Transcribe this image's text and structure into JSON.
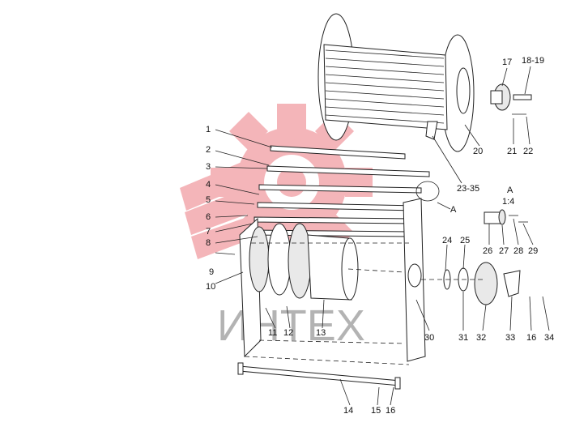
{
  "labels": {
    "l1": "1",
    "l2": "2",
    "l3": "3",
    "l4": "4",
    "l5": "5",
    "l6": "6",
    "l7": "7",
    "l8": "8",
    "l9": "9",
    "l10": "10",
    "l11": "11",
    "l12": "12",
    "l13": "13",
    "l14": "14",
    "l15": "15",
    "l16a": "16",
    "l16b": "16",
    "l17": "17",
    "l18_19": "18-19",
    "l20": "20",
    "l21": "21",
    "l22": "22",
    "l23_35": "23-35",
    "l24": "24",
    "l25": "25",
    "l26": "26",
    "l27": "27",
    "l28": "28",
    "l29": "29",
    "l30": "30",
    "l31": "31",
    "l32": "32",
    "l33": "33",
    "l34": "34"
  },
  "detail": {
    "callout": "A",
    "title": "A",
    "scale": "1:4"
  },
  "watermark": {
    "text": "ИНТЕХ",
    "color": "#f2a3a8"
  }
}
